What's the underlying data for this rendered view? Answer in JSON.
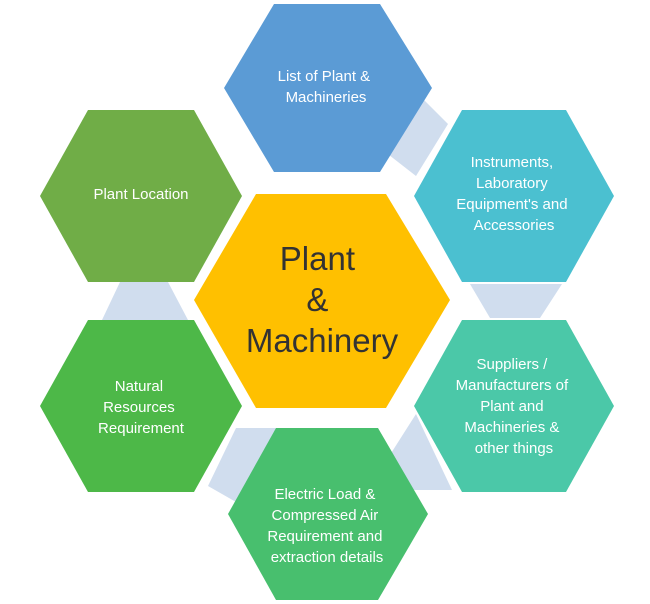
{
  "center": {
    "lines": [
      "Plant",
      "&",
      "Machinery"
    ],
    "color": "#FFC000"
  },
  "nodes": [
    {
      "id": "list",
      "lines": [
        "List of Plant &",
        "Machineries"
      ],
      "color": "#5B9BD5"
    },
    {
      "id": "instruments",
      "lines": [
        "Instruments,",
        "Laboratory",
        "Equipment's and",
        "Accessories"
      ],
      "color": "#4BC0D0"
    },
    {
      "id": "suppliers",
      "lines": [
        "Suppliers /",
        "Manufacturers of",
        "Plant and",
        "Machineries &",
        "other things"
      ],
      "color": "#4BC8A8"
    },
    {
      "id": "electric",
      "lines": [
        "Electric Load &",
        "Compressed Air",
        "Requirement and",
        "extraction details"
      ],
      "color": "#48BF6E"
    },
    {
      "id": "natural",
      "lines": [
        "Natural",
        "Resources",
        "Requirement"
      ],
      "color": "#4DB848"
    },
    {
      "id": "location",
      "lines": [
        "Plant Location"
      ],
      "color": "#70AD47"
    }
  ],
  "connector_color": "#D0DDEE"
}
